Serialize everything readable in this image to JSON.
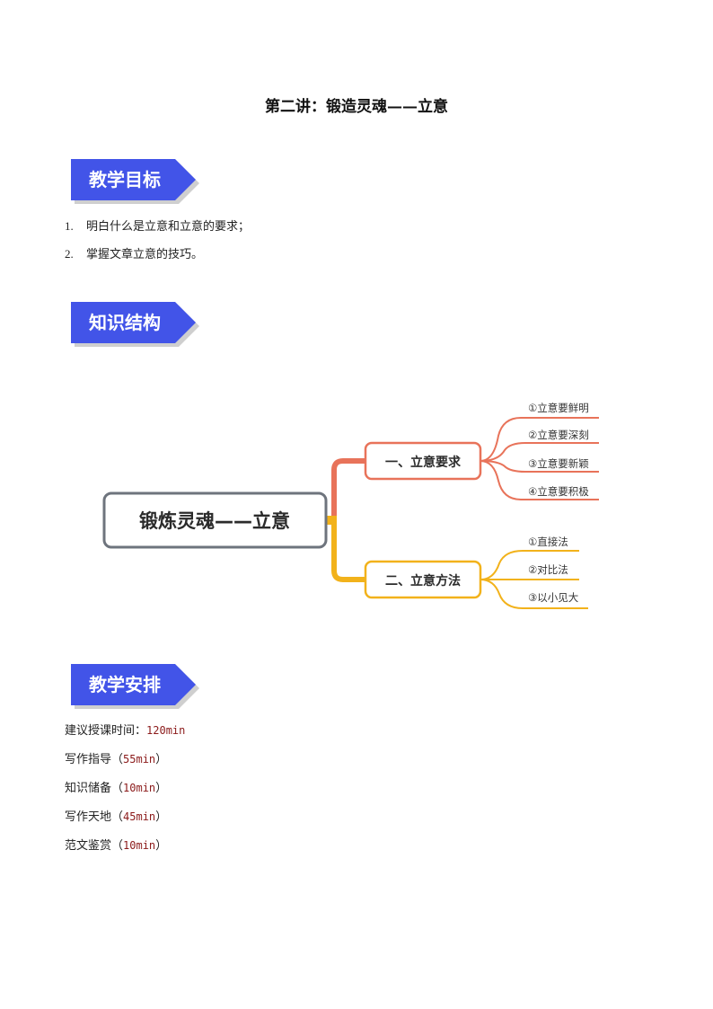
{
  "title": "第二讲：锻造灵魂——立意",
  "sections": {
    "goals": {
      "label": "教学目标"
    },
    "structure": {
      "label": "知识结构"
    },
    "schedule": {
      "label": "教学安排"
    }
  },
  "goals": [
    {
      "num": "1.",
      "text": "明白什么是立意和立意的要求；"
    },
    {
      "num": "2.",
      "text": "掌握文章立意的技巧。"
    }
  ],
  "mindmap": {
    "root": "锻炼灵魂——立意",
    "branches": [
      {
        "label": "一、立意要求",
        "color": "#e8735a",
        "leaves": [
          "①立意要鲜明",
          "②立意要深刻",
          "③立意要新颖",
          "④立意要积极"
        ]
      },
      {
        "label": "二、立意方法",
        "color": "#f2b21b",
        "leaves": [
          "①直接法",
          "②对比法",
          "③以小见大"
        ]
      }
    ]
  },
  "schedule": {
    "total_label": "建议授课时间：",
    "total_value": "120min",
    "items": [
      {
        "name": "写作指导",
        "open": "（",
        "dur": "55min",
        "close": "）"
      },
      {
        "name": "知识储备",
        "open": "（",
        "dur": "10min",
        "close": "）"
      },
      {
        "name": "写作天地",
        "open": "（",
        "dur": "45min",
        "close": "）"
      },
      {
        "name": "范文鉴赏",
        "open": "（",
        "dur": "10min",
        "close": "）"
      }
    ]
  },
  "colors": {
    "tag_fill": "#4254e8",
    "tag_shadow": "#c9c9c9",
    "root_border": "#6e747d"
  }
}
